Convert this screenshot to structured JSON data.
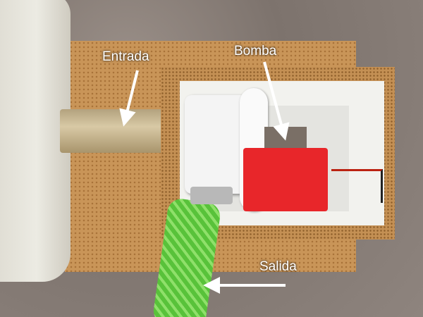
{
  "labels": {
    "inlet": "Entrada",
    "pump": "Bomba",
    "outlet": "Salida"
  }
}
